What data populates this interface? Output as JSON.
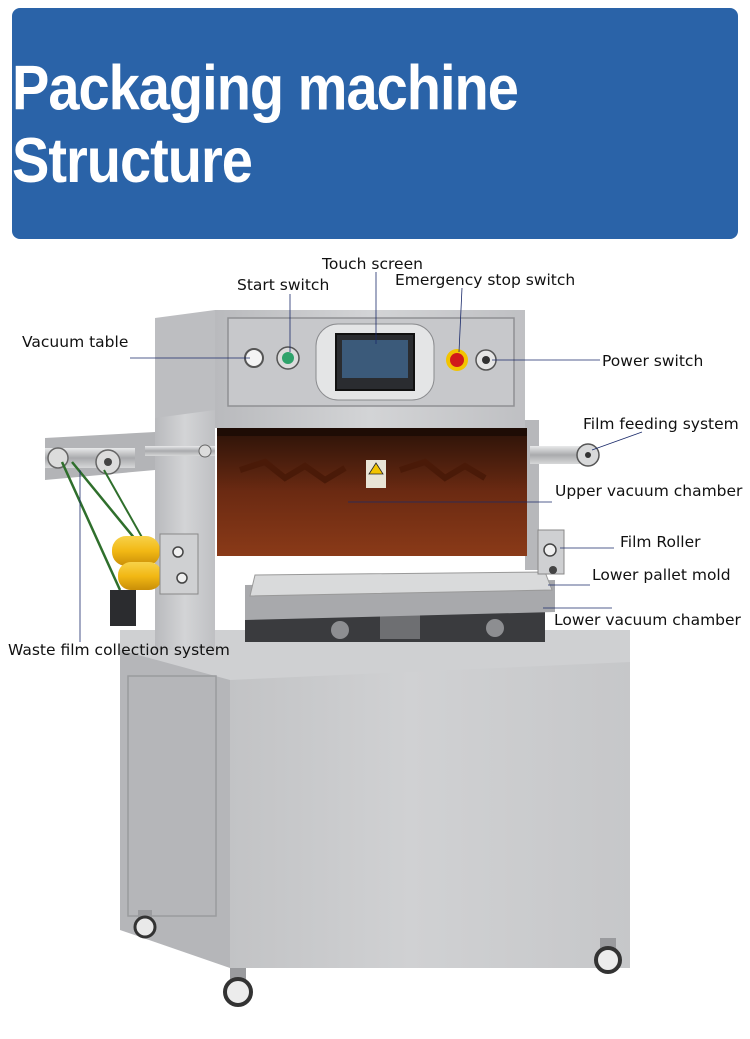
{
  "banner": {
    "title": "Packaging machine Structure"
  },
  "colors": {
    "banner": "#2a63a8",
    "steel": "#c9cacc",
    "chamber": "#6b2a12",
    "roller": "#f2b814",
    "estop": "#d11a1a",
    "start": "#2fa36b",
    "leader_line": "#1a2a6a"
  },
  "labels": {
    "touch_screen": "Touch screen",
    "start_switch": "Start switch",
    "emergency_stop_switch": "Emergency stop switch",
    "vacuum_table": "Vacuum table",
    "power_switch": "Power switch",
    "film_feeding_system": "Film feeding system",
    "upper_vacuum_chamber": "Upper vacuum chamber",
    "film_roller": "Film Roller",
    "lower_pallet_mold": "Lower pallet mold",
    "lower_vacuum_chamber": "Lower vacuum chamber",
    "waste_film_collection_system": "Waste film collection system"
  }
}
